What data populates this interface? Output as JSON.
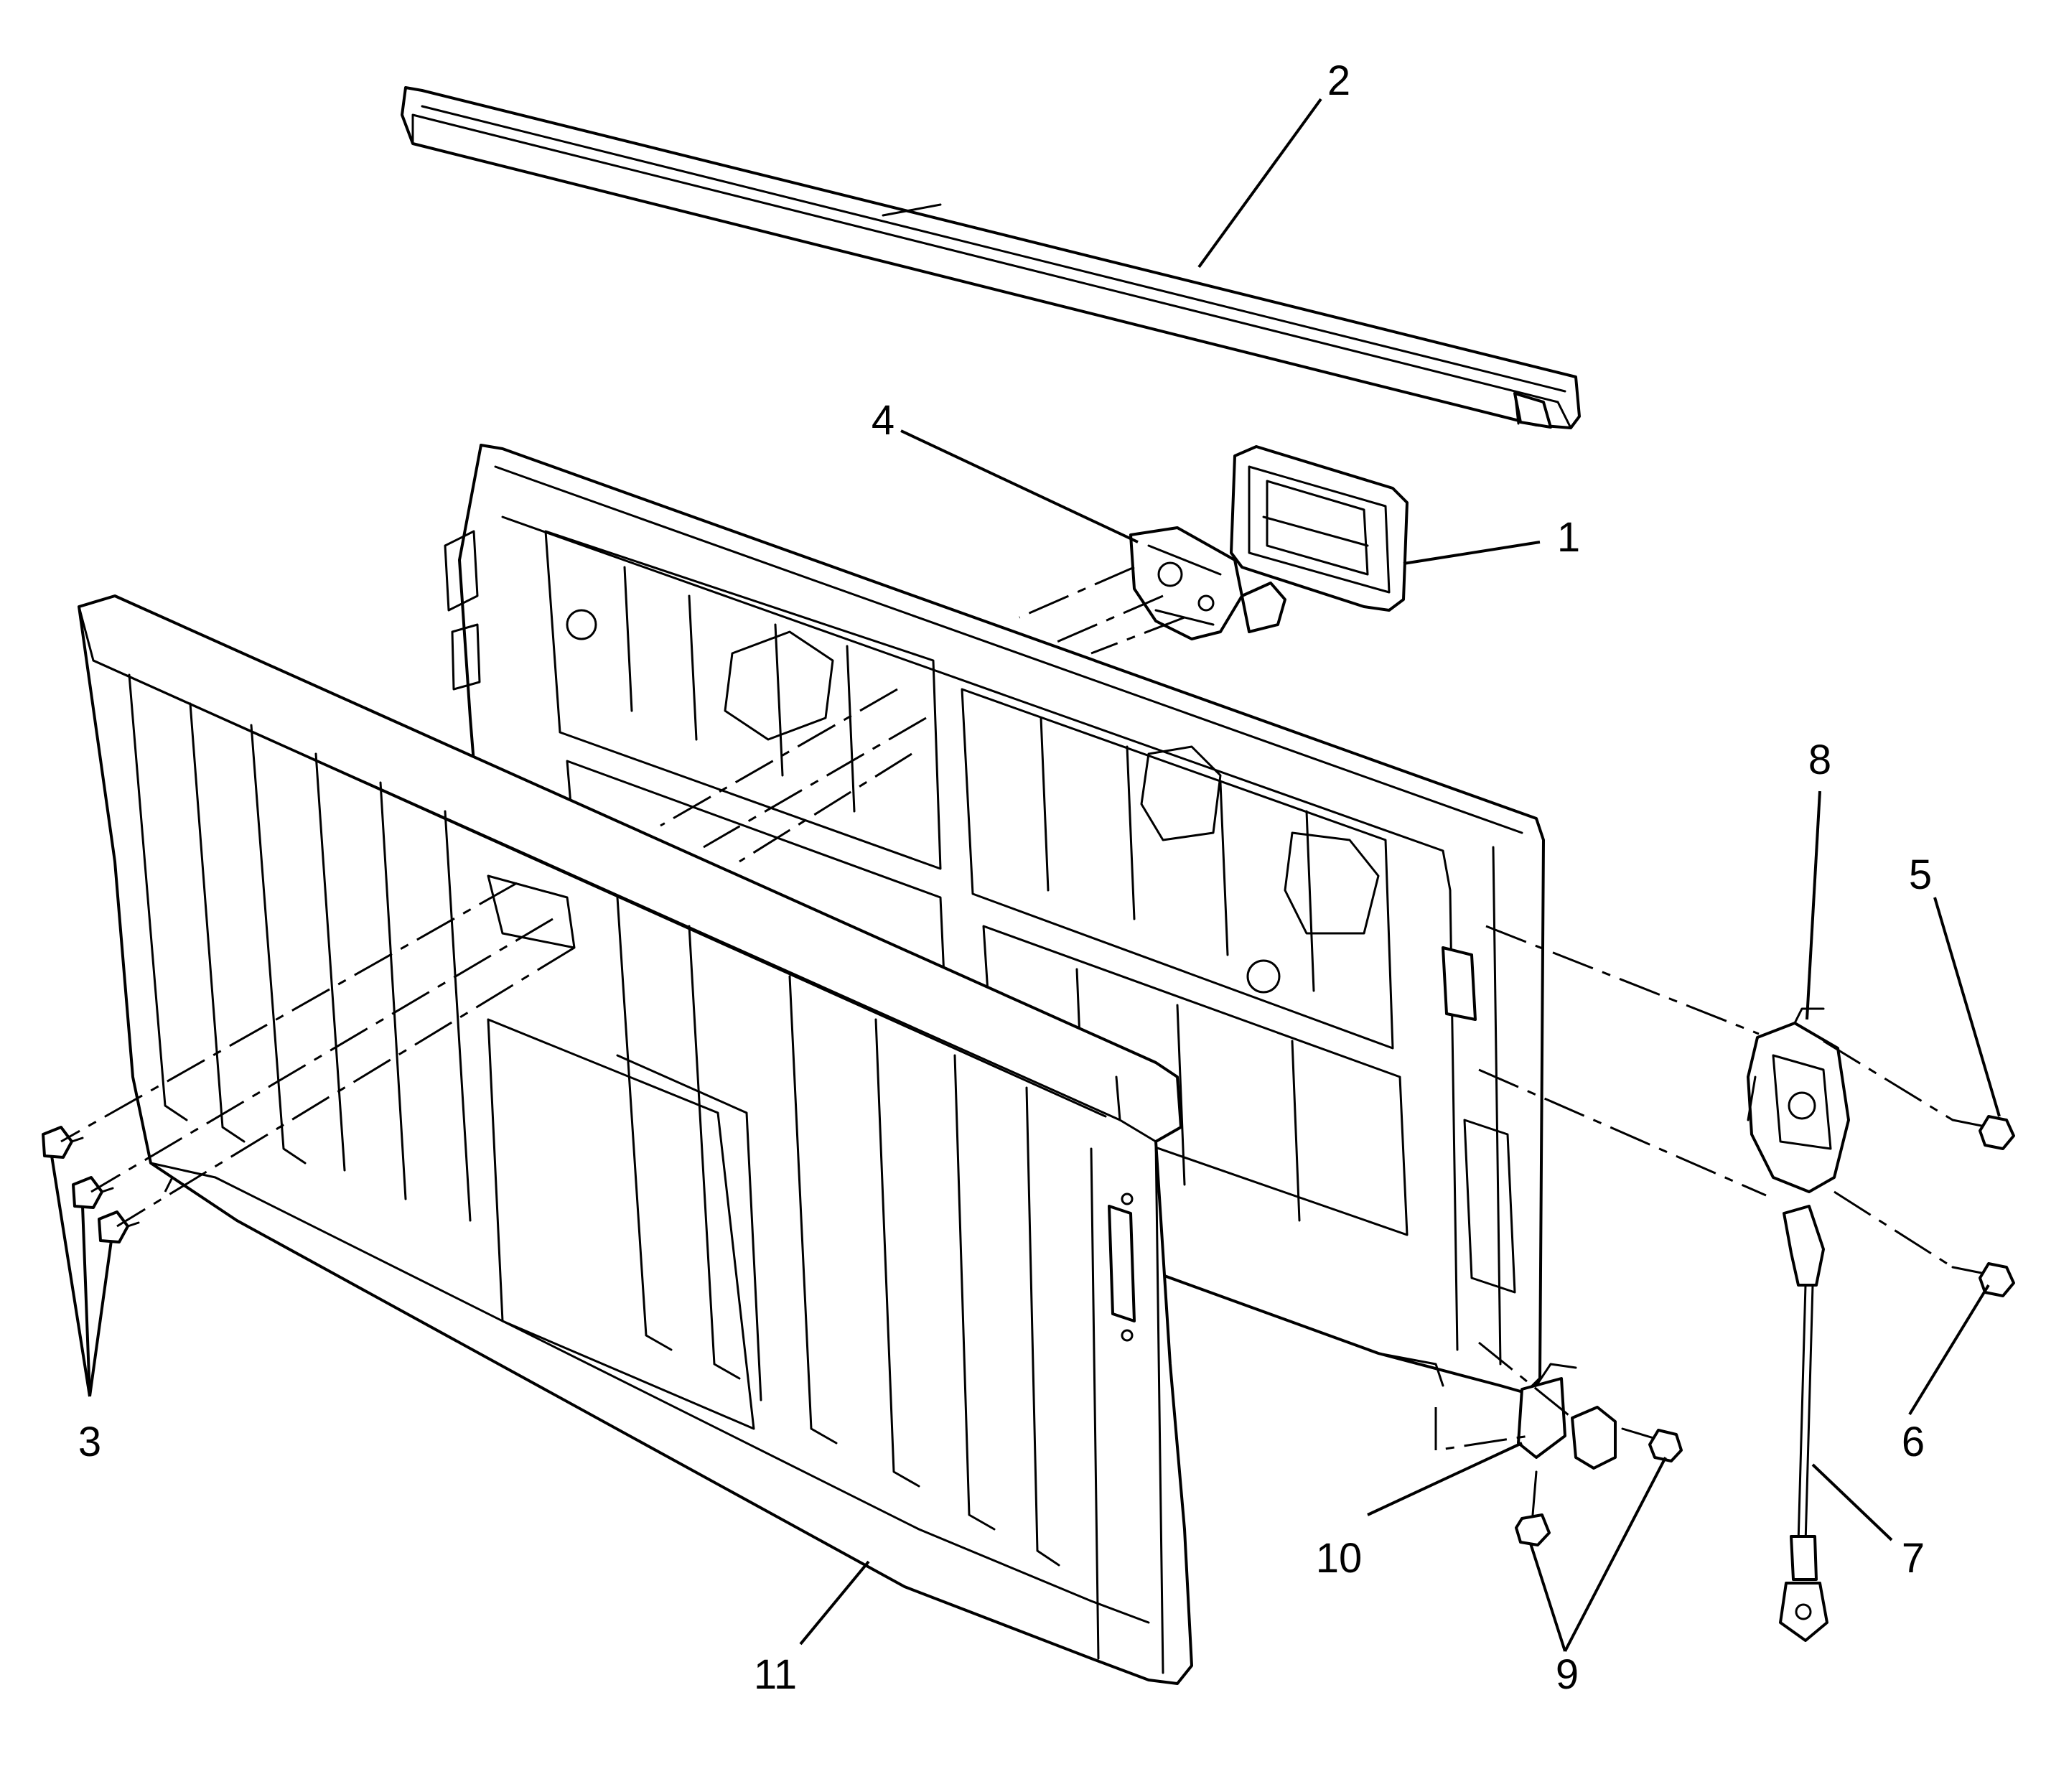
{
  "callouts": [
    {
      "id": "1",
      "label": "1",
      "part": "tailgate-handle-bezel"
    },
    {
      "id": "2",
      "label": "2",
      "part": "tailgate-top-cap"
    },
    {
      "id": "3",
      "label": "3",
      "part": "tailgate-panel-bolts"
    },
    {
      "id": "4",
      "label": "4",
      "part": "tailgate-handle-bracket"
    },
    {
      "id": "5",
      "label": "5",
      "part": "latch-bolt-upper"
    },
    {
      "id": "6",
      "label": "6",
      "part": "latch-bolt-lower"
    },
    {
      "id": "7",
      "label": "7",
      "part": "tailgate-support-cable"
    },
    {
      "id": "8",
      "label": "8",
      "part": "tailgate-latch"
    },
    {
      "id": "9",
      "label": "9",
      "part": "striker-bolts"
    },
    {
      "id": "10",
      "label": "10",
      "part": "tailgate-striker"
    },
    {
      "id": "11",
      "label": "11",
      "part": "tailgate-outer-panel"
    }
  ]
}
